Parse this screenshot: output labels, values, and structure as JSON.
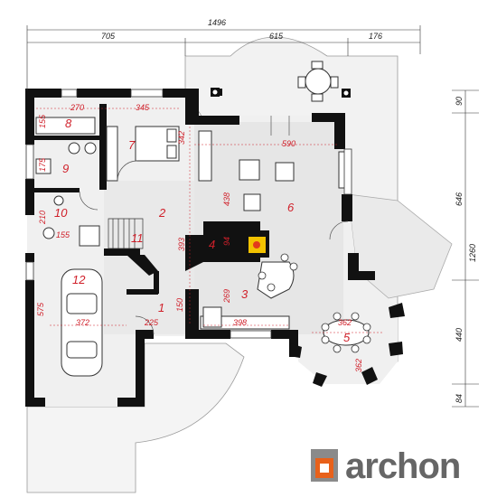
{
  "dimensions": {
    "top_total": "1496",
    "top_a": "705",
    "top_b": "615",
    "top_c": "176",
    "right_90": "90",
    "right_646": "646",
    "right_1260": "1260",
    "right_440": "440",
    "right_84": "84"
  },
  "rooms": {
    "r1": "1",
    "r2": "2",
    "r3": "3",
    "r4": "4",
    "r5": "5",
    "r6": "6",
    "r7": "7",
    "r8": "8",
    "r9": "9",
    "r10": "10",
    "r11": "11",
    "r12": "12"
  },
  "room_dims": {
    "d270": "270",
    "d345": "345",
    "d155a": "155",
    "d342": "342",
    "d175": "175",
    "d210": "210",
    "d155b": "155",
    "d575": "575",
    "d372": "372",
    "d225": "225",
    "d150": "150",
    "d393": "393",
    "d438": "438",
    "d94": "94",
    "d269": "269",
    "d398": "398",
    "d590": "590",
    "d362a": "362",
    "d362b": "362"
  },
  "logo": {
    "text": "archon"
  }
}
